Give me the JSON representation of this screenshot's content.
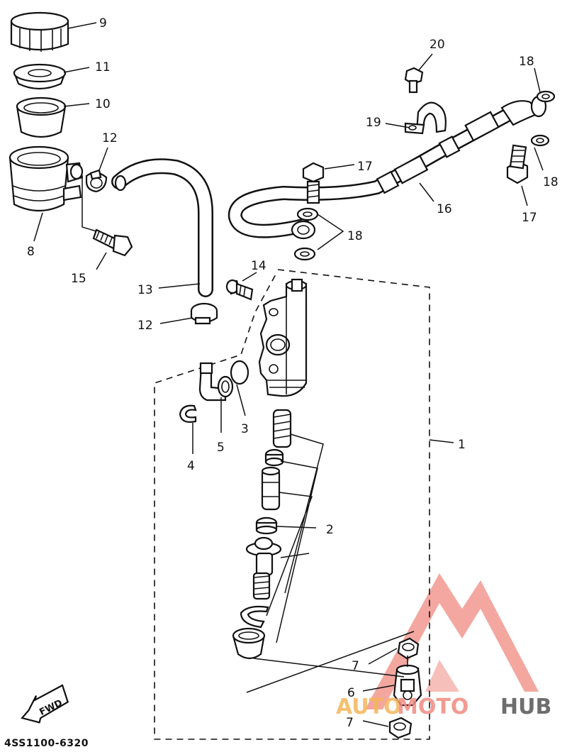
{
  "diagram_code": "4SS1100-6320",
  "fwd_label": "FWD",
  "callouts": {
    "c9": "9",
    "c11": "11",
    "c10": "10",
    "c12a": "12",
    "c8": "8",
    "c15": "15",
    "c13": "13",
    "c12b": "12",
    "c14": "14",
    "c20": "20",
    "c18a": "18",
    "c19": "19",
    "c17a": "17",
    "c18b": "18",
    "c16": "16",
    "c18c": "18",
    "c17b": "17",
    "c1": "1",
    "c2": "2",
    "c3": "3",
    "c4": "4",
    "c5": "5",
    "c6": "6",
    "c7a": "7",
    "c7b": "7"
  },
  "watermark": {
    "part1": "AUTO",
    "part2": "MOTO",
    "part3": "HUB",
    "color_main": "#f08a80",
    "color_dark": "#555555"
  }
}
